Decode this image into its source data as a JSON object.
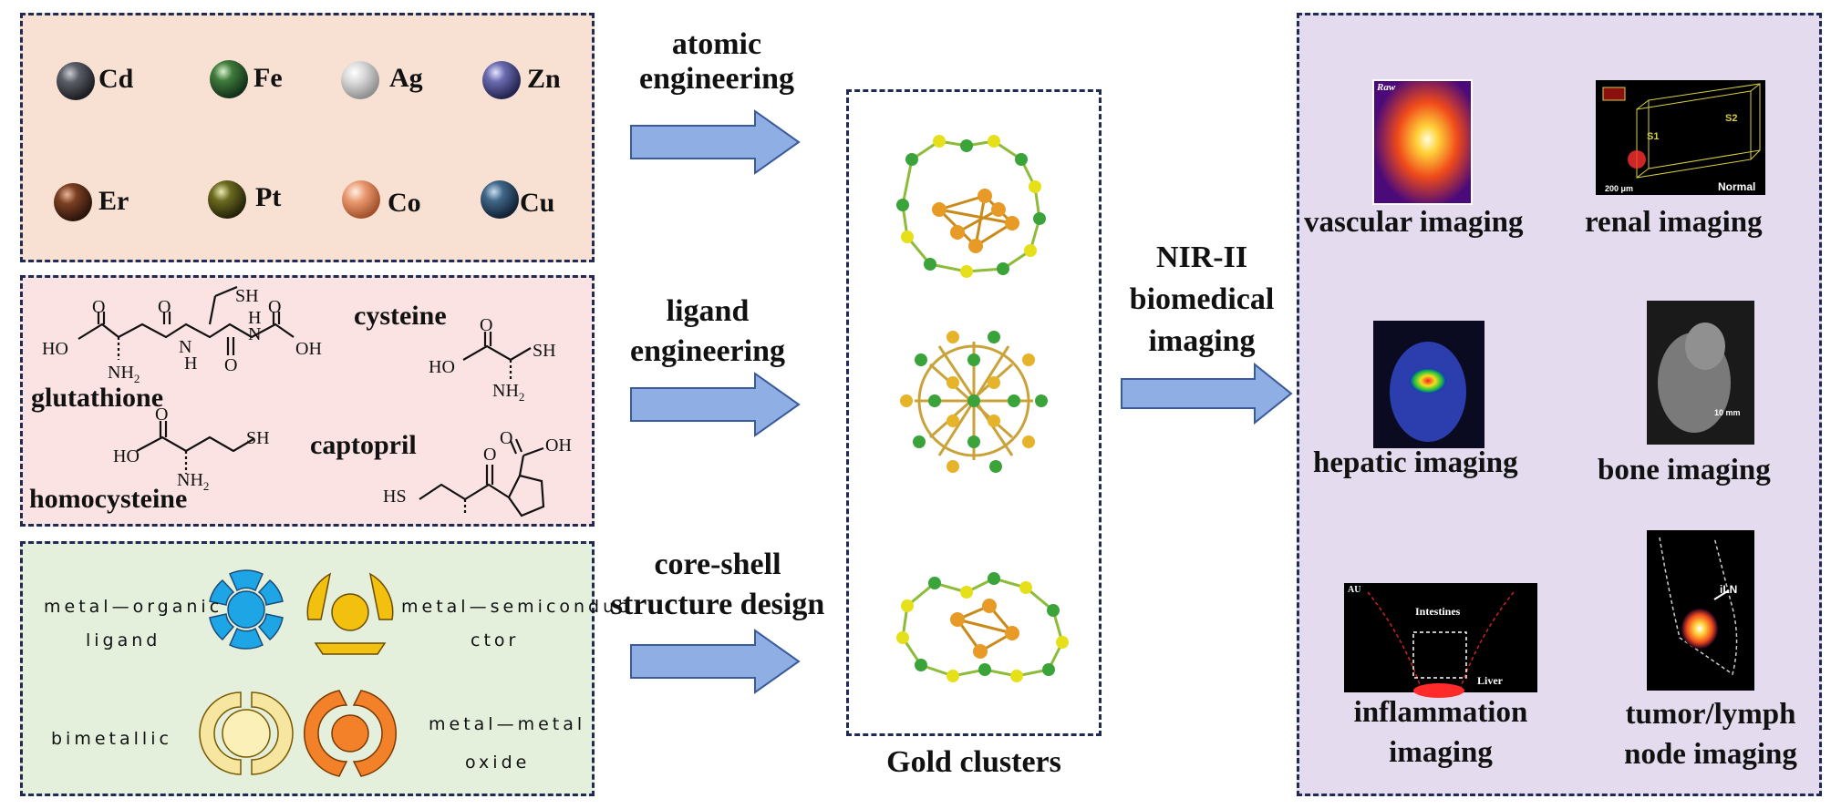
{
  "elements": {
    "row1": [
      "Cd",
      "Fe",
      "Ag",
      "Zn"
    ],
    "row2": [
      "Er",
      "Pt",
      "Co",
      "Cu"
    ],
    "colors": {
      "Cd": "#4a4d55",
      "Fe": "#3f7b3c",
      "Ag": "#d0d0d0",
      "Zn": "#6a6bb0",
      "Er": "#6a3a22",
      "Pt": "#6b6a1f",
      "Co": "#e3916a",
      "Cu": "#3f6688"
    }
  },
  "ligands": {
    "glutathione": "glutathione",
    "cysteine": "cysteine",
    "homocysteine": "homocysteine",
    "captopril": "captopril",
    "groups": {
      "sh": "SH",
      "ho": "HO",
      "oh": "OH",
      "o": "O",
      "n": "N",
      "h": "H",
      "nh2": "NH",
      "sub2": "2"
    }
  },
  "structures": {
    "metal_organic_1": "metal—organic",
    "metal_organic_2": "ligand",
    "metal_semi_1": "metal—semiconduc",
    "metal_semi_2": "ctor",
    "bimetallic": "bimetallic",
    "metal_metal_1": "metal—metal",
    "metal_metal_2": "oxide"
  },
  "arrows": {
    "atomic_1": "atomic",
    "atomic_2": "engineering",
    "ligand_1": "ligand",
    "ligand_2": "engineering",
    "coreshell_1": "core-shell",
    "coreshell_2": "structure design",
    "nir_1": "NIR-II",
    "nir_2": "biomedical",
    "nir_3": "imaging"
  },
  "center_label": "Gold clusters",
  "imaging": {
    "vascular": "vascular imaging",
    "renal": "renal imaging",
    "hepatic": "hepatic imaging",
    "bone": "bone imaging",
    "inflammation_1": "inflammation",
    "inflammation_2": "imaging",
    "tumor_1": "tumor/lymph",
    "tumor_2": "node imaging",
    "raw": "Raw",
    "normal": "Normal",
    "scale_200": "200 μm",
    "scale_10mm": "10 mm",
    "s1": "S1",
    "s2": "S2",
    "au": "AU",
    "intestines": "Intestines",
    "liver": "Liver",
    "iln": "iLN"
  },
  "panel_colors": {
    "elements": "#f8e1d2",
    "ligands": "#fbe3e3",
    "structures": "#e4efdc",
    "imaging": "#e4dcee",
    "arrow": "#8eaee4"
  }
}
